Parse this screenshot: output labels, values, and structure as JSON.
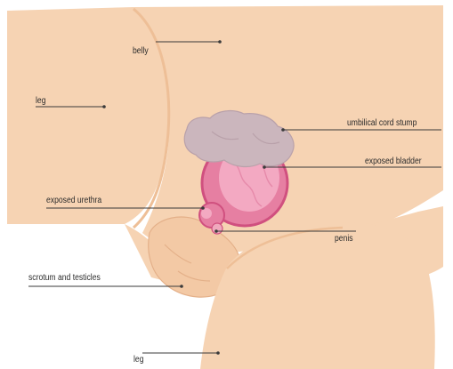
{
  "labels": {
    "belly": "belly",
    "leg_left": "leg",
    "umbilical_cord_stump": "umbilical cord stump",
    "exposed_bladder": "exposed bladder",
    "exposed_urethra": "exposed urethra",
    "penis": "penis",
    "scrotum_and_testicles": "scrotum and testicles",
    "leg_bottom": "leg"
  },
  "colors": {
    "skin": "#f6d3b3",
    "skin_shadow": "#eebf97",
    "bladder": "#e67fa2",
    "bladder_light": "#f3a9c2",
    "bladder_rim": "#d0507f",
    "cord": "#cbb6bd",
    "leader_line": "#3a3a3a",
    "text": "#2b2b2b"
  }
}
